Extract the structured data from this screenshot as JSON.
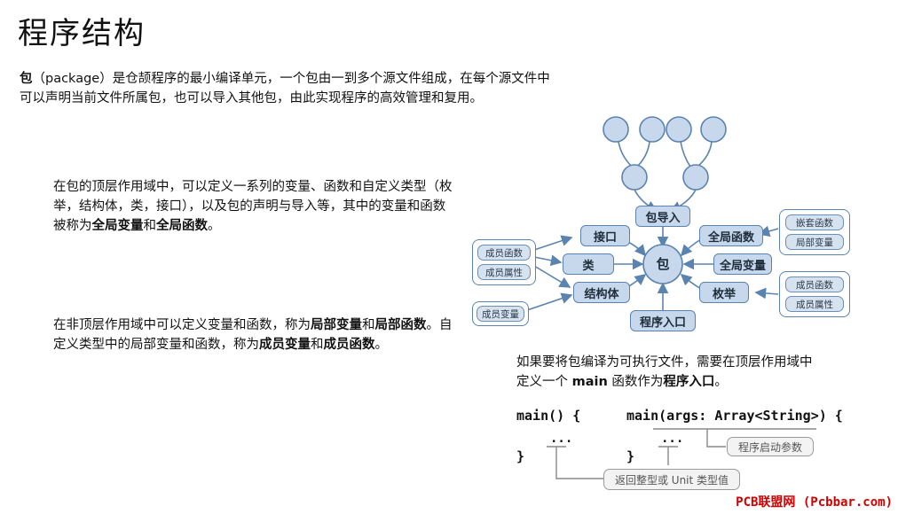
{
  "title": "程序结构",
  "intro": {
    "line1_bold": "包",
    "line1_rest": "（package）是仓颉程序的最小编译单元，一个包由一到多个源文件组成，在每个源文件中",
    "line2": "可以声明当前文件所属包，也可以导入其他包，由此实现程序的高效管理和复用。"
  },
  "para_top_level": {
    "text": "在包的顶层作用域中，可以定义一系列的变量、函数和自定义类型（枚举，结构体，类，接口），以及包的声明与导入等，其中的变量和函数被称为",
    "bold1": "全局变量",
    "mid": "和",
    "bold2": "全局函数",
    "end": "。"
  },
  "para_local": {
    "t1": "在非顶层作用域中可以定义变量和函数，称为",
    "b1": "局部变量",
    "t2": "和",
    "b2": "局部函数",
    "t3": "。自定义类型中的局部变量和函数，称为",
    "b3": "成员变量",
    "t4": "和",
    "b4": "成员函数",
    "t5": "。"
  },
  "para_main": {
    "t1": "如果要将包编译为可执行文件，需要在顶层作用域中定义一个 ",
    "b1": "main",
    "t2": " 函数作为",
    "b2": "程序入口",
    "t3": "。"
  },
  "diagram": {
    "center": "包",
    "nodes": {
      "import": "包导入",
      "interface": "接口",
      "class": "类",
      "struct": "结构体",
      "entry": "程序入口",
      "global_func": "全局函数",
      "global_var": "全局变量",
      "enum": "枚举"
    },
    "left_group_top": [
      "成员函数",
      "成员属性"
    ],
    "left_group_bottom": [
      "成员变量"
    ],
    "right_group_top": [
      "嵌套函数",
      "局部变量"
    ],
    "right_group_bottom": [
      "成员函数",
      "成员属性"
    ],
    "node_color": "#c8d8ec",
    "edge_color": "#5b83b0"
  },
  "code": {
    "main1_line1": "main() {",
    "main1_dots": "...",
    "main1_close": "}",
    "main2_line1": "main(args: Array<String>) {",
    "main2_dots": "...",
    "main2_close": "}",
    "note_args": "程序启动参数",
    "note_return": "返回整型或 Unit 类型值"
  },
  "watermark": "PCB联盟网 (Pcbbar.com)"
}
